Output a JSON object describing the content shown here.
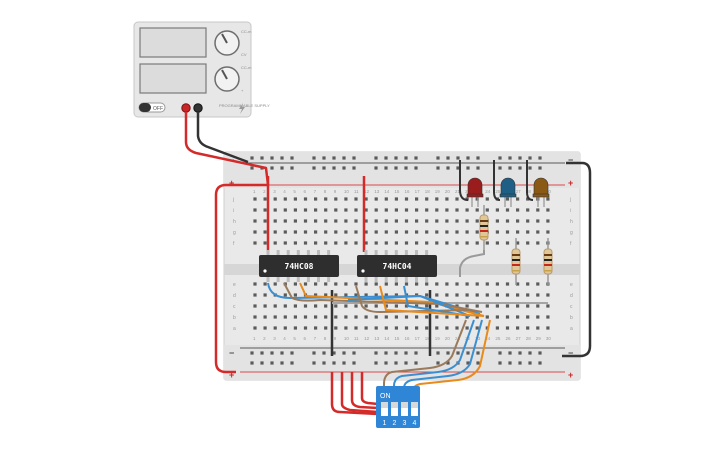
{
  "power_supply": {
    "knob_labels_top": [
      "CC-m",
      "CV"
    ],
    "knob_labels_bottom": [
      "CC-m",
      "+"
    ],
    "switch_label": "OFF",
    "side_text": "PROGRAMMABLE SUPPLY"
  },
  "breadboard": {
    "row_letters_top": [
      "j",
      "i",
      "h",
      "g",
      "f"
    ],
    "row_letters_bottom": [
      "e",
      "d",
      "c",
      "b",
      "a"
    ],
    "column_numbers": [
      "1",
      "2",
      "3",
      "4",
      "5",
      "6",
      "7",
      "8",
      "9",
      "10",
      "11",
      "12",
      "13",
      "14",
      "15",
      "16",
      "17",
      "18",
      "19",
      "20",
      "21",
      "22",
      "23",
      "24",
      "25",
      "26",
      "27",
      "28",
      "29",
      "30"
    ],
    "rail_plus": "+",
    "rail_minus": "−"
  },
  "chips": [
    {
      "label": "74HC08"
    },
    {
      "label": "74HC04"
    }
  ],
  "leds": [
    {
      "name": "red",
      "color": "#9b1c1c"
    },
    {
      "name": "blue",
      "color": "#1f5f86"
    },
    {
      "name": "amber",
      "color": "#8a5a14"
    }
  ],
  "dip_switch": {
    "on_label": "ON",
    "positions": [
      "1",
      "2",
      "3",
      "4"
    ],
    "color": "#2f86d6"
  },
  "colors": {
    "wire_red": "#d42a2a",
    "wire_black": "#333333",
    "wire_blue": "#3b8fd0",
    "wire_orange": "#e88b1c",
    "wire_brown": "#9a7a5a",
    "wire_gray": "#9a9a9a",
    "board": "#e9e9e9"
  }
}
